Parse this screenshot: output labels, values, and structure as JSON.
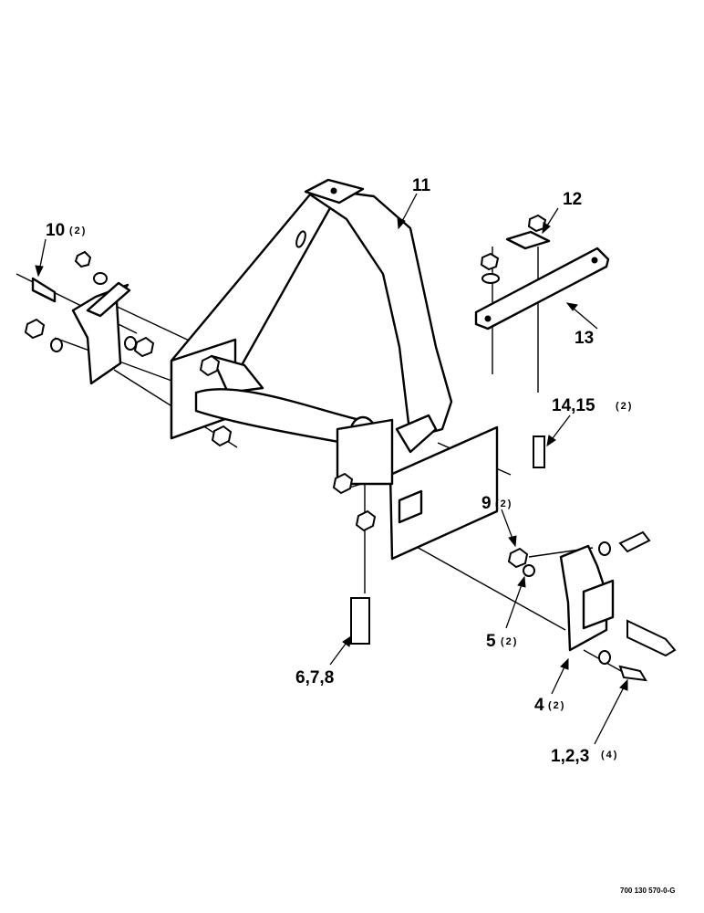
{
  "callouts": {
    "c11": {
      "num": "11",
      "qty": ""
    },
    "c12": {
      "num": "12",
      "qty": ""
    },
    "c13": {
      "num": "13",
      "qty": ""
    },
    "c10": {
      "num": "10",
      "qty": "(2)"
    },
    "c14": {
      "num": "14,15",
      "qty": "(2)"
    },
    "c9": {
      "num": "9",
      "qty": "(2)"
    },
    "c5": {
      "num": "5",
      "qty": "(2)"
    },
    "c6": {
      "num": "6,7,8",
      "qty": ""
    },
    "c4": {
      "num": "4",
      "qty": "(2)"
    },
    "c1": {
      "num": "1,2,3",
      "qty": "(4)"
    }
  },
  "reference": "700 130 570-0-G"
}
